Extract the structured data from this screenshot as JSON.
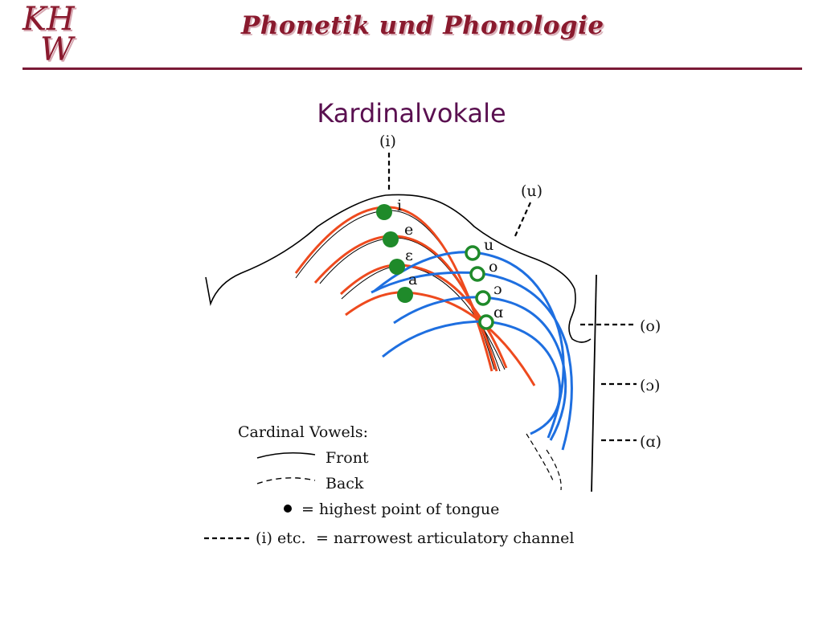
{
  "header": {
    "logo_line1": "KH",
    "logo_line2": "W",
    "title": "Phonetik und Phonologie"
  },
  "slide": {
    "title": "Kardinalvokale"
  },
  "colors": {
    "brand": "#8a1a2e",
    "rule": "#7a1a36",
    "front_curve": "#ee4a1e",
    "back_curve": "#1e6fe0",
    "tongue_point": "#1f8a2a"
  },
  "diagram": {
    "channel_labels": {
      "i": "(i)",
      "u": "(u)",
      "o": "(o)",
      "open_o": "(ɔ)",
      "alpha": "(ɑ)"
    },
    "front_vowels": [
      "i",
      "e",
      "ε",
      "a"
    ],
    "back_vowels": [
      "u",
      "o",
      "ɔ",
      "ɑ"
    ],
    "legend": {
      "title": "Cardinal Vowels:",
      "front": "Front",
      "back": "Back",
      "dot": "= highest point of tongue",
      "dash_prefix": "(i) etc.",
      "dash_text": "= narrowest articulatory channel"
    }
  }
}
